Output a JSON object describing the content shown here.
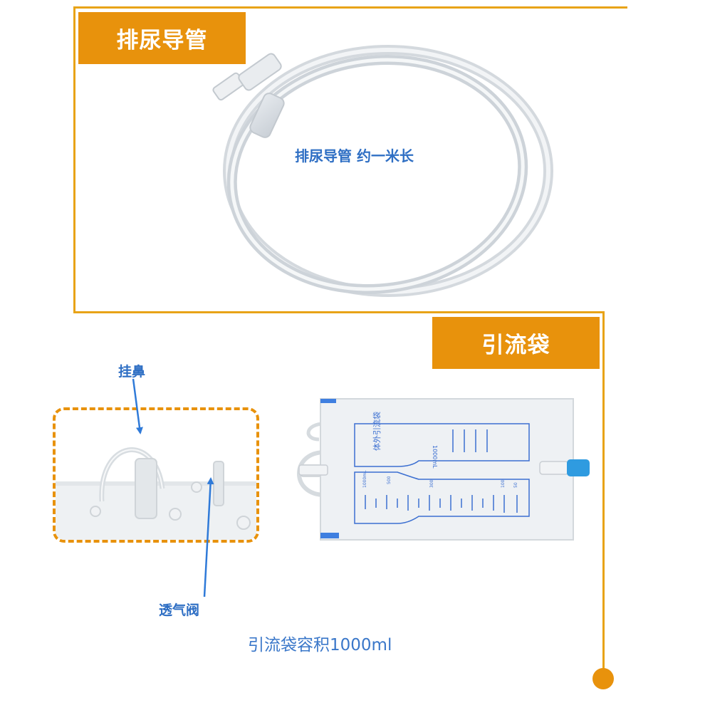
{
  "catheter": {
    "section_label": "排尿导管",
    "annotation": "排尿导管  约一米长"
  },
  "drainage_bag": {
    "section_label": "引流袋",
    "callout_top": "挂鼻",
    "callout_bottom": "透气阀",
    "capacity_caption": "引流袋容积1000ml",
    "bag_print_title": "体外引流袋",
    "bag_print_volume": "1000mL",
    "scale_labels": [
      "1000mL",
      "500",
      "300",
      "100",
      "50"
    ]
  },
  "colors": {
    "accent_orange": "#e8920c",
    "line_orange": "#e8a317",
    "annotation_blue": "#2f6fc4"
  }
}
